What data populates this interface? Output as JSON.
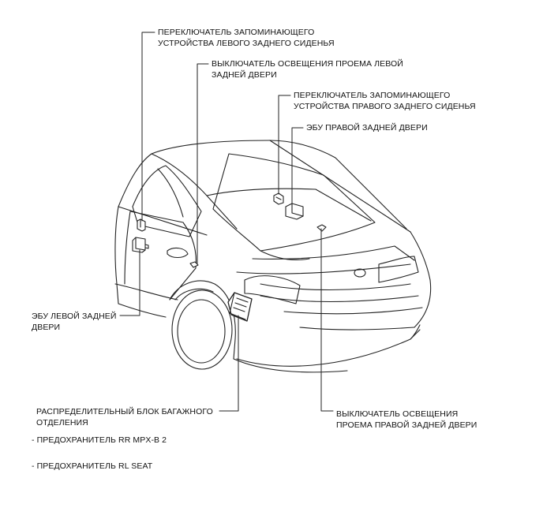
{
  "labels": {
    "left_rear_seat_memory_switch": [
      "ПЕРЕКЛЮЧАТЕЛЬ ЗАПОМИНАЮЩЕГО",
      "УСТРОЙСТВА ЛЕВОГО ЗАДНЕГО СИДЕНЬЯ"
    ],
    "left_rear_door_courtesy_switch": [
      "ВЫКЛЮЧАТЕЛЬ ОСВЕЩЕНИЯ ПРОЕМА ЛЕВОЙ",
      "ЗАДНЕЙ ДВЕРИ"
    ],
    "right_rear_seat_memory_switch": [
      "ПЕРЕКЛЮЧАТЕЛЬ ЗАПОМИНАЮЩЕГО",
      "УСТРОЙСТВА ПРАВОГО ЗАДНЕГО СИДЕНЬЯ"
    ],
    "right_rear_door_ecu": [
      "ЭБУ ПРАВОЙ ЗАДНЕЙ ДВЕРИ"
    ],
    "left_rear_door_ecu": [
      "ЭБУ ЛЕВОЙ ЗАДНЕЙ",
      "ДВЕРИ"
    ],
    "luggage_junction_block": [
      "РАСПРЕДЕЛИТЕЛЬНЫЙ БЛОК БАГАЖНОГО",
      "ОТДЕЛЕНИЯ"
    ],
    "right_rear_door_courtesy_switch": [
      "ВЫКЛЮЧАТЕЛЬ ОСВЕЩЕНИЯ",
      "ПРОЕМА ПРАВОЙ ЗАДНЕЙ ДВЕРИ"
    ]
  },
  "fuses": [
    "- ПРЕДОХРАНИТЕЛЬ RR MPX-B 2",
    "- ПРЕДОХРАНИТЕЛЬ RL SEAT"
  ]
}
